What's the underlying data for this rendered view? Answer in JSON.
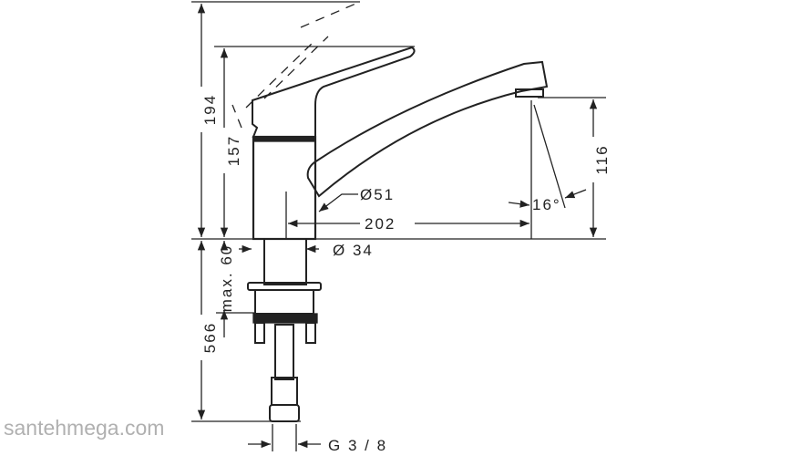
{
  "drawing": {
    "subject": "single-lever kitchen faucet technical drawing",
    "dimensions": {
      "total_height": "194",
      "body_height": "157",
      "spout_height": "116",
      "spout_base_diameter": "Ø51",
      "spout_reach": "202",
      "angle": "16°",
      "shank_diameter": "Ø 34",
      "max_mount_thickness": "max. 60",
      "hose_length": "566",
      "connection_thread": "G 3 / 8"
    },
    "line_color": "#222222"
  },
  "watermark": "santehmega.com"
}
